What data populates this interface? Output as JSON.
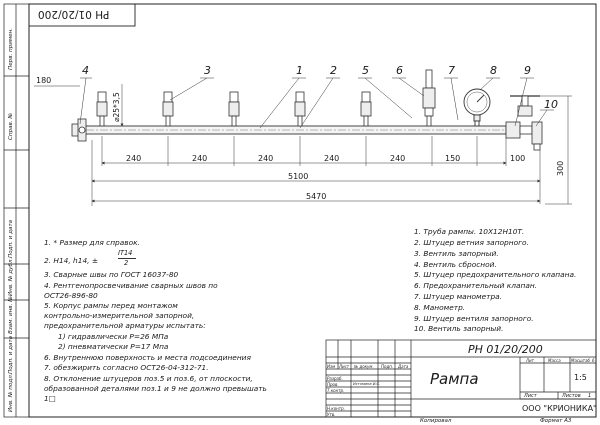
{
  "stamp_code": "РН 01/20/200",
  "side_labels": [
    "Перв. примен.",
    "Справ. №",
    "Подп. и дата",
    "Инв. № дубл.",
    "Взам. инв. №",
    "Подп. и дата",
    "Инв. № подл."
  ],
  "callouts": [
    "1",
    "2",
    "3",
    "4",
    "5",
    "6",
    "7",
    "8",
    "9",
    "10"
  ],
  "dimensions": {
    "left_height": "180",
    "diameter": "⌀25*3,5",
    "spacing": [
      "240",
      "240",
      "240",
      "240",
      "240",
      "240",
      "150",
      "100"
    ],
    "overall_inner": "5100",
    "overall_total": "5470",
    "right_height": "300"
  },
  "notes": {
    "n1": "1. * Размер для справок.",
    "n2_prefix": "2. H14, h14, ±",
    "n2_num": "IT14",
    "n2_den": "2",
    "n3": "3. Сварные швы по ГОСТ 16037-80",
    "n4_a": "4. Рентгенопросвечивание     сварных     швов     по",
    "n4_b": "ОСТ26-896-80",
    "n5_a": "5. Корпус         рампы         перед         монтажом",
    "n5_b": "контрольно-измерительной                    запорной,",
    "n5_c": "предохранительной арматуры испытать:",
    "n5_d": "1) гидравлически P=26 МПа",
    "n5_e": "2) пневматически P=17 Мпа",
    "n6": "6. Внутреннюю поверхность и места подсоединения",
    "n7": "7. обезжирить согласно ОСТ26-04-312-71.",
    "n8_a": "8. Отклонение штуцеров поз.5 и поз.6, от плоскости,",
    "n8_b": "образованной деталями поз.1 и 9 не должно превышать",
    "n8_c": "1□"
  },
  "spec_list": [
    "1. Труба рампы. 10Х12Н10Т.",
    "2. Штуцер ветния запорного.",
    "3. Вентиль запорный.",
    "4. Вентиль сбросной.",
    "5. Штуцер предохранительного клапана.",
    "6. Предохранительный клапан.",
    "7. Штуцер манометра.",
    "8. Манометр.",
    "9. Штуцер вентиля запорного.",
    "10. Вентиль запорный."
  ],
  "title_block": {
    "doc_code": "РН 01/20/200",
    "name": "Рампа",
    "hdr_lit": "Лит",
    "hdr_mass": "Масса",
    "hdr_scale": "Масштаб",
    "mass_mark": "6",
    "scale": "1:5",
    "sheet_label": "Лист",
    "sheets_label": "Листов",
    "sheets_value": "1",
    "company": "ООО \"КРИОНИКА\"",
    "row_labels": [
      "Изм",
      "Лист",
      "№ докум.",
      "Подп.",
      "Дата"
    ],
    "roles": [
      "Разраб.",
      "Пров.",
      "Т.контр.",
      "Н.контр.",
      "Утв."
    ],
    "checker_name": "Истомина И.С."
  },
  "footer": {
    "copied": "Копировал",
    "format": "Формат  А3"
  }
}
